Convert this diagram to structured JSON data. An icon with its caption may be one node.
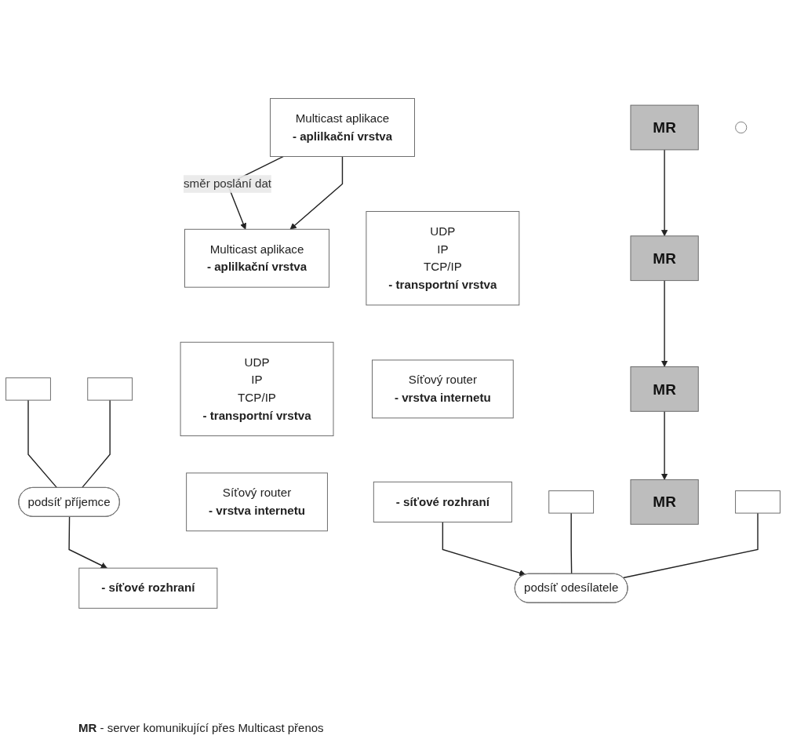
{
  "diagram": {
    "nodes": [
      {
        "text": [
          "Multicast aplikace",
          "-  aplilkační vrstva"
        ]
      },
      {
        "text": [
          "Multicast aplikace",
          "-  aplilkační vrstva"
        ]
      },
      {
        "text": [
          "UDP",
          "IP",
          "TCP/IP",
          "- transportní vrstva"
        ]
      },
      {
        "text": [
          "UDP",
          "IP",
          "TCP/IP",
          "- transportní vrstva"
        ]
      },
      {
        "text": [
          "Síťový router",
          "- vrstva internetu"
        ]
      },
      {
        "text": [
          "Síťový router",
          "- vrstva internetu"
        ]
      },
      {
        "text": [
          "- síťové rozhraní"
        ]
      },
      {
        "text": [
          "- síťové rozhraní"
        ]
      },
      {
        "text": [],
        "shape": "box"
      },
      {
        "text": [],
        "shape": "box"
      },
      {
        "text": [
          "podsíť odesílatele"
        ]
      },
      {
        "text": [
          "MR"
        ]
      },
      {
        "text": [],
        "shape": "ellipse"
      },
      {
        "text": [
          "MR"
        ]
      },
      {
        "text": [
          "MR"
        ]
      },
      {
        "text": [
          "MR"
        ]
      },
      {
        "text": [
          "podsíť příjemce"
        ]
      },
      {
        "text": [],
        "shape": "box"
      },
      {
        "text": [],
        "shape": "box"
      }
    ],
    "edges": [
      {
        "from": 0,
        "to": 1,
        "arrow": "to",
        "label": "směr poslání dat"
      },
      {
        "from": 0,
        "to": 1,
        "arrow": "to"
      },
      {
        "from": 6,
        "to": 10,
        "arrow": "to"
      },
      {
        "from": 8,
        "to": 10,
        "arrow": "none"
      },
      {
        "from": 9,
        "to": 10,
        "arrow": "none"
      },
      {
        "from": 11,
        "to": 13,
        "arrow": "to"
      },
      {
        "from": 13,
        "to": 14,
        "arrow": "to"
      },
      {
        "from": 14,
        "to": 15,
        "arrow": "to"
      },
      {
        "from": 16,
        "to": 7,
        "arrow": "to"
      },
      {
        "from": 17,
        "to": 16,
        "arrow": "none"
      },
      {
        "from": 18,
        "to": 16,
        "arrow": "none"
      }
    ],
    "labels": [
      "**MR** - server komunikující přes Multicast přenos"
    ]
  }
}
